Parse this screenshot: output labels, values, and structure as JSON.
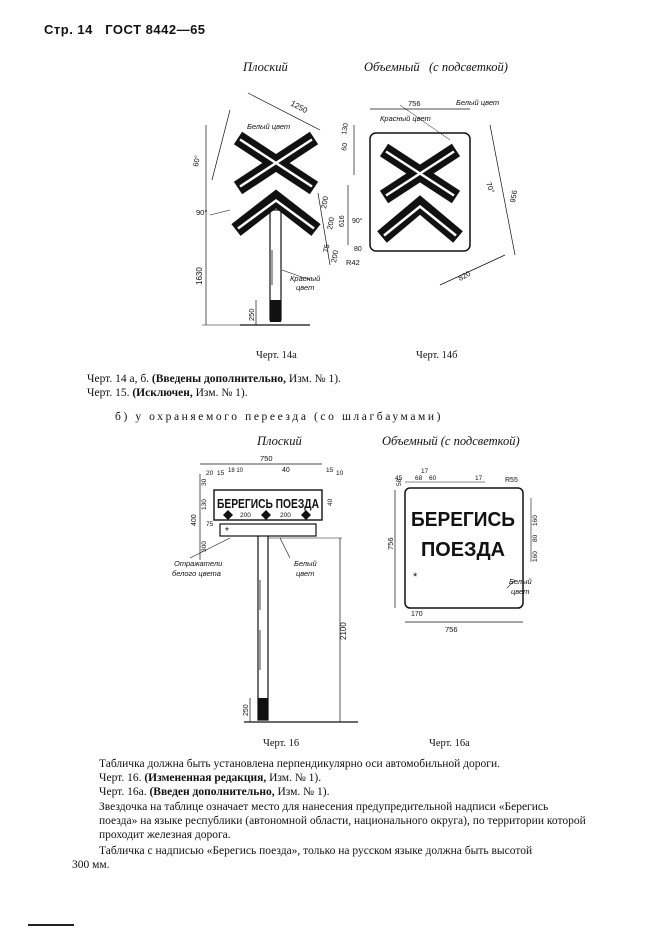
{
  "header": {
    "page": "Стр. 14",
    "standard": "ГОСТ 8442—65"
  },
  "fig14": {
    "label_flat": "Плоский",
    "label_volume": "Объемный",
    "label_backlight": "(с подсветкой)",
    "dims_a": {
      "d1250": "1250",
      "d60": "60°",
      "d90": "90°",
      "d200a": "200",
      "d200b": "200",
      "d75": "75",
      "d200c": "200",
      "d1630": "1630",
      "d250": "250"
    },
    "notes_a": {
      "white": "Белый цвет",
      "red1": "Красный",
      "red2": "цвет"
    },
    "dims_b": {
      "d756": "756",
      "d130": "130",
      "d60": "60",
      "d616": "616",
      "d90": "90°",
      "d80": "80",
      "d70": "70°",
      "d956": "956",
      "d820": "820",
      "r42": "R42"
    },
    "notes_b": {
      "white": "Белый цвет",
      "red": "Красный цвет"
    },
    "cap_a": "Черт. 14а",
    "cap_b": "Черт. 14б"
  },
  "notes_top": {
    "line1_a": "Черт. 14 а, б. ",
    "line1_b": "(Введены дополнительно,",
    "line1_c": " Изм. № 1).",
    "line2_a": "Черт. 15. ",
    "line2_b": "(Исключен,",
    "line2_c": " Изм. № 1)."
  },
  "section_b": "б) у охраняемого переезда (со шлагбаумами)",
  "fig16": {
    "label_flat": "Плоский",
    "label_volume": "Объемный (с подсветкой)",
    "sign_text": "БЕРЕГИСЬ ПОЕЗДА",
    "sign2_line1": "БЕРЕГИСЬ",
    "sign2_line2": "ПОЕЗДА",
    "star": "*",
    "dims_a": {
      "d750": "750",
      "d40": "40",
      "d20": "20",
      "d15a": "15",
      "d1810": "18 10",
      "d15b": "15",
      "d10": "10",
      "d400": "400",
      "d130": "130",
      "d75": "75",
      "d200a": "200",
      "d200b": "200",
      "d300": "300",
      "d30": "30",
      "d40b": "40",
      "d2100": "2100",
      "d250": "250"
    },
    "notes_a": {
      "refl1": "Отражатели",
      "refl2": "белого цвета",
      "white1": "Белый",
      "white2": "цвет"
    },
    "dims_b": {
      "d58": "58",
      "d45": "45",
      "d68": "68",
      "d17a": "17",
      "d60": "60",
      "d17b": "17",
      "r55": "R55",
      "d160a": "160",
      "d80": "80",
      "d160b": "160",
      "d756a": "756",
      "d170": "170",
      "d756b": "756"
    },
    "notes_b": {
      "white1": "Белый",
      "white2": "цвет"
    },
    "cap_a": "Черт. 16",
    "cap_b": "Черт. 16а"
  },
  "body": {
    "p1": "Табличка должна быть установлена перпендикулярно оси автомобильной дороги.",
    "p2_a": "Черт. 16. ",
    "p2_b": "(Измененная редакция,",
    "p2_c": " Изм. № 1).",
    "p3_a": "Черт. 16а. ",
    "p3_b": "(Введен дополнительно,",
    "p3_c": " Изм. № 1).",
    "p4_l1": "Звездочка на таблице означает место для нанесения предупредительной надписи «Берегись",
    "p4_l2": "поезда» на языке республики (автономной области, национального округа), по территории которой",
    "p4_l3": "проходит железная дорога.",
    "p5_l1": "Табличка с надписью «Берегись поезда», только на русском языке должна быть высотой",
    "p5_l2": "300 мм."
  }
}
